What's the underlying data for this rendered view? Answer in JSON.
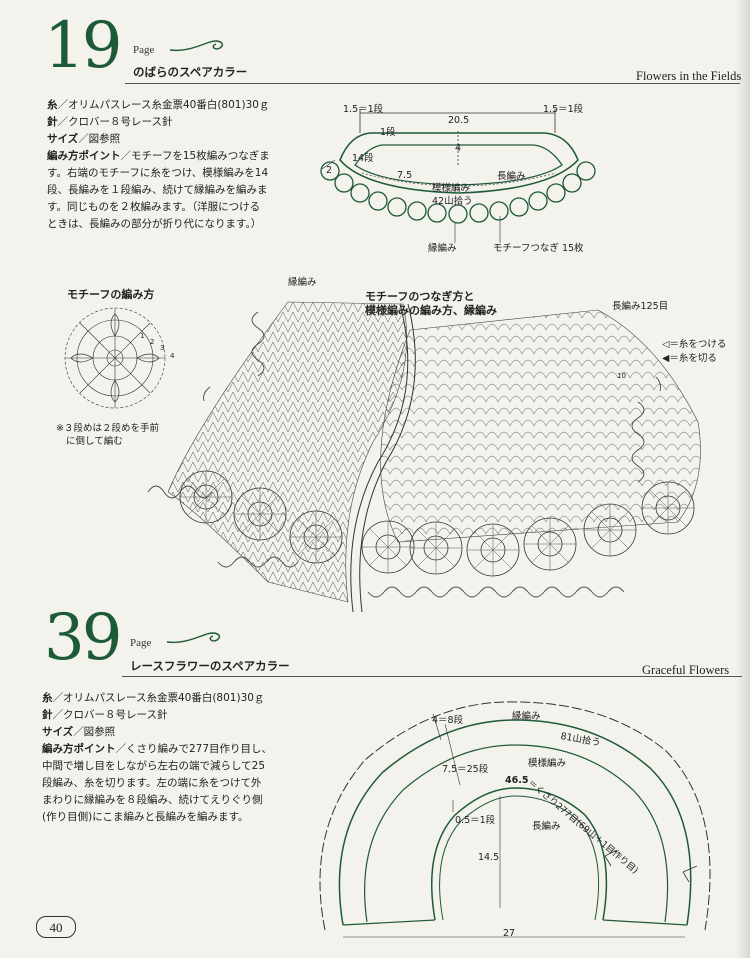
{
  "page_number": "40",
  "section1": {
    "number": "19",
    "page_word": "Page",
    "title_ja": "のばらのスペアカラー",
    "title_en": "Flowers in the Fields",
    "text": [
      {
        "label": "糸",
        "value": "／オリムパスレース糸金票40番白(801)30ｇ"
      },
      {
        "label": "針",
        "value": "／クロバー８号レース針"
      },
      {
        "label": "サイズ",
        "value": "／図参照"
      },
      {
        "label": "編み方ポイント",
        "value": "／モチーフを15枚編みつなぎま"
      },
      {
        "label": "",
        "value": "す。右端のモチーフに糸をつけ、模様編みを14"
      },
      {
        "label": "",
        "value": "段、長編みを１段編み、続けて縁編みを編みま"
      },
      {
        "label": "",
        "value": "す。同じものを２枚編みます。（洋服につける"
      },
      {
        "label": "",
        "value": "ときは、長編みの部分が折り代になります。）"
      }
    ],
    "diagram": {
      "dim_left": "1.5＝1段",
      "dim_right": "1.5＝1段",
      "width": "20.5",
      "height": "4",
      "row_1": "1段",
      "row_14": "14段",
      "depth": "7.5",
      "motif_number": "2",
      "pattern_label": "模様編み",
      "long_stitch_label": "長編み",
      "pickup": "42山拾う",
      "edging_label": "縁編み",
      "motif_join": "モチーフつなぎ 15枚"
    },
    "motif_title": "モチーフの編み方",
    "motif_note_1": "※３段めは２段めを手前",
    "motif_note_2": "に倒して編む",
    "motif_ring_numbers": [
      "1",
      "2",
      "3",
      "4"
    ],
    "join_title_1": "モチーフのつなぎ方と",
    "join_title_2": "模様編みの編み方、縁編み",
    "edging_top": "縁編み",
    "long_stitch_top": "長編み125目",
    "row_label": "10",
    "legend_attach": "＝糸をつける",
    "legend_cut": "＝糸を切る"
  },
  "section2": {
    "number": "39",
    "page_word": "Page",
    "title_ja": "レースフラワーのスペアカラー",
    "title_en": "Graceful Flowers",
    "text": [
      {
        "label": "糸",
        "value": "／オリムパスレース糸金票40番白(801)30ｇ"
      },
      {
        "label": "針",
        "value": "／クロバー８号レース針"
      },
      {
        "label": "サイズ",
        "value": "／図参照"
      },
      {
        "label": "編み方ポイント",
        "value": "／くさり編みで277目作り目し、"
      },
      {
        "label": "",
        "value": "中間で増し目をしながら左右の端で減らして25"
      },
      {
        "label": "",
        "value": "段編み、糸を切ります。左の端に糸をつけて外"
      },
      {
        "label": "",
        "value": "まわりに縁編みを８段編み、続けてえりぐり側"
      },
      {
        "label": "",
        "value": "(作り目側)にこま編みと長編みを編みます。"
      }
    ],
    "diagram": {
      "edge_rows": "4＝8段",
      "edging_label": "縁編み",
      "pickup": "81山拾う",
      "body_rows": "7.5＝25段",
      "pattern_label": "模様編み",
      "chain_width": "46.5",
      "chain_desc": "＝くさり277目(69山＋1目作り目)",
      "edge_row": "0.5＝1段",
      "long_stitch_label": "長編み",
      "depth": "14.5",
      "width": "27"
    }
  }
}
